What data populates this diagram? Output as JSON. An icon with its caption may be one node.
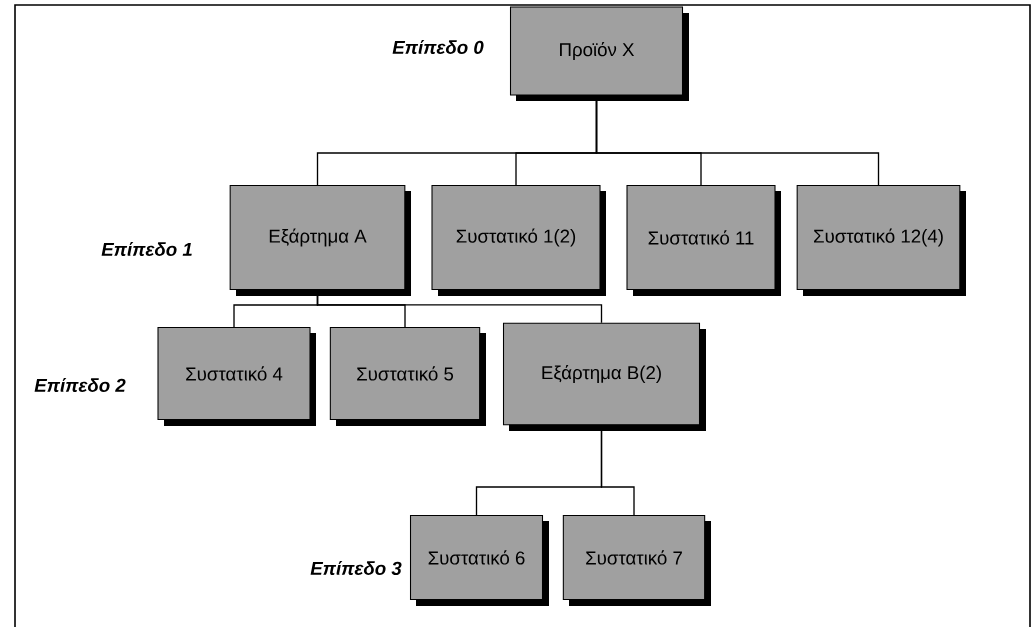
{
  "diagram": {
    "nodes": [
      {
        "text": [
          "Προϊόν X"
        ]
      },
      {
        "text": [
          "Εξάρτημα A"
        ]
      },
      {
        "text": [
          "Συστατικό 1(2)"
        ]
      },
      {
        "text": [
          "Συστατικό 11"
        ]
      },
      {
        "text": [
          "Συστατικό 12(4)"
        ]
      },
      {
        "text": [
          "Συστατικό 4"
        ]
      },
      {
        "text": [
          "Συστατικό 5"
        ]
      },
      {
        "text": [
          "Εξάρτημα B(2)"
        ]
      },
      {
        "text": [
          "Συστατικό 6"
        ]
      },
      {
        "text": [
          "Συστατικό 7"
        ]
      }
    ],
    "edges": [
      {
        "from": 0,
        "to": 1,
        "arrow": "none"
      },
      {
        "from": 0,
        "to": 2,
        "arrow": "none"
      },
      {
        "from": 0,
        "to": 3,
        "arrow": "none"
      },
      {
        "from": 0,
        "to": 4,
        "arrow": "none"
      },
      {
        "from": 1,
        "to": 5,
        "arrow": "none"
      },
      {
        "from": 1,
        "to": 6,
        "arrow": "none"
      },
      {
        "from": 1,
        "to": 7,
        "arrow": "none"
      },
      {
        "from": 7,
        "to": 8,
        "arrow": "none"
      },
      {
        "from": 7,
        "to": 9,
        "arrow": "none"
      }
    ],
    "labels": [
      "Επίπεδο 0",
      "Επίπεδο 1",
      "Επίπεδο 2",
      "Επίπεδο 3"
    ]
  }
}
